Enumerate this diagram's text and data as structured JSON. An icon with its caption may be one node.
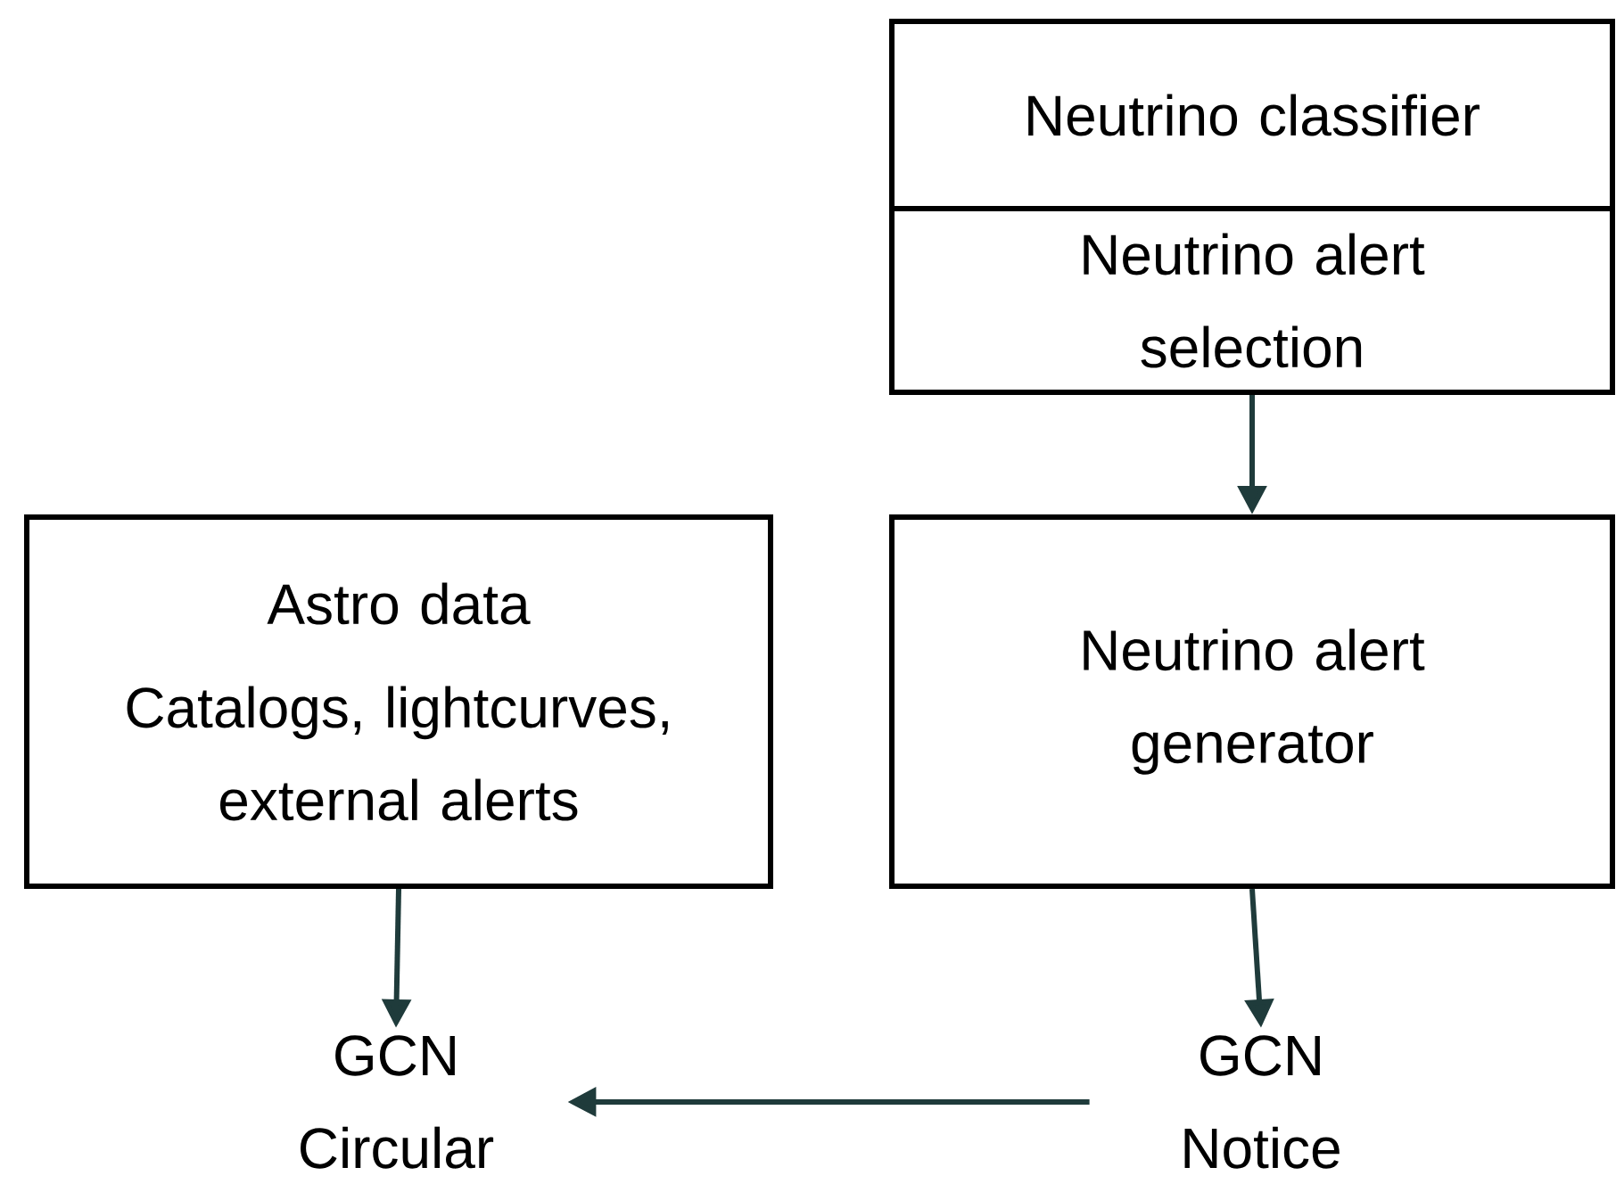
{
  "diagram": {
    "nodes": [
      {
        "text": [
          "Neutrino classifier"
        ]
      },
      {
        "text": [
          "Neutrino alert selection"
        ]
      },
      {
        "text": [
          "Astro data",
          "Catalogs, lightcurves, external alerts"
        ]
      },
      {
        "text": [
          "Neutrino alert generator"
        ]
      },
      {
        "text": [
          "GCN Circular"
        ]
      },
      {
        "text": [
          "GCN Notice"
        ]
      }
    ],
    "edges": [
      {
        "from": 1,
        "to": 3,
        "arrow": "to"
      },
      {
        "from": 2,
        "to": 4,
        "arrow": "to"
      },
      {
        "from": 3,
        "to": 5,
        "arrow": "to"
      },
      {
        "from": 5,
        "to": 4,
        "arrow": "to"
      }
    ]
  }
}
